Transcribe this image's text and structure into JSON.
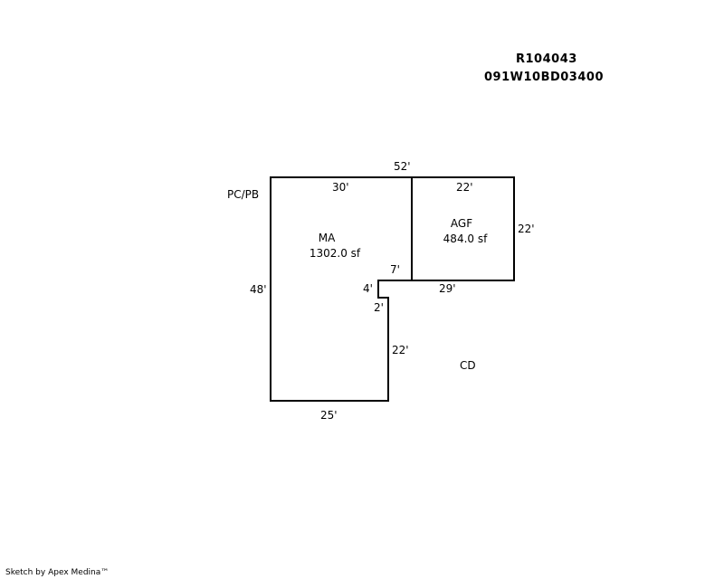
{
  "header": {
    "parcel_id": "R104043",
    "map_number": "091W10BD03400"
  },
  "labels": {
    "pc_pb": "PC/PB",
    "cd": "CD"
  },
  "areas": {
    "ma": {
      "name": "MA",
      "size": "1302.0 sf"
    },
    "agf": {
      "name": "AGF",
      "size": "484.0 sf"
    }
  },
  "dimensions": {
    "top_total": "52'",
    "ma_top": "30'",
    "agf_top": "22'",
    "agf_right": "22'",
    "ma_left": "48'",
    "notch_vertical": "7'",
    "notch_horizontal": "4'",
    "agf_bottom": "29'",
    "step_vertical": "2'",
    "ma_right_lower": "22'",
    "ma_bottom": "25'"
  },
  "footer": {
    "credit": "Sketch by Apex Medina™"
  }
}
